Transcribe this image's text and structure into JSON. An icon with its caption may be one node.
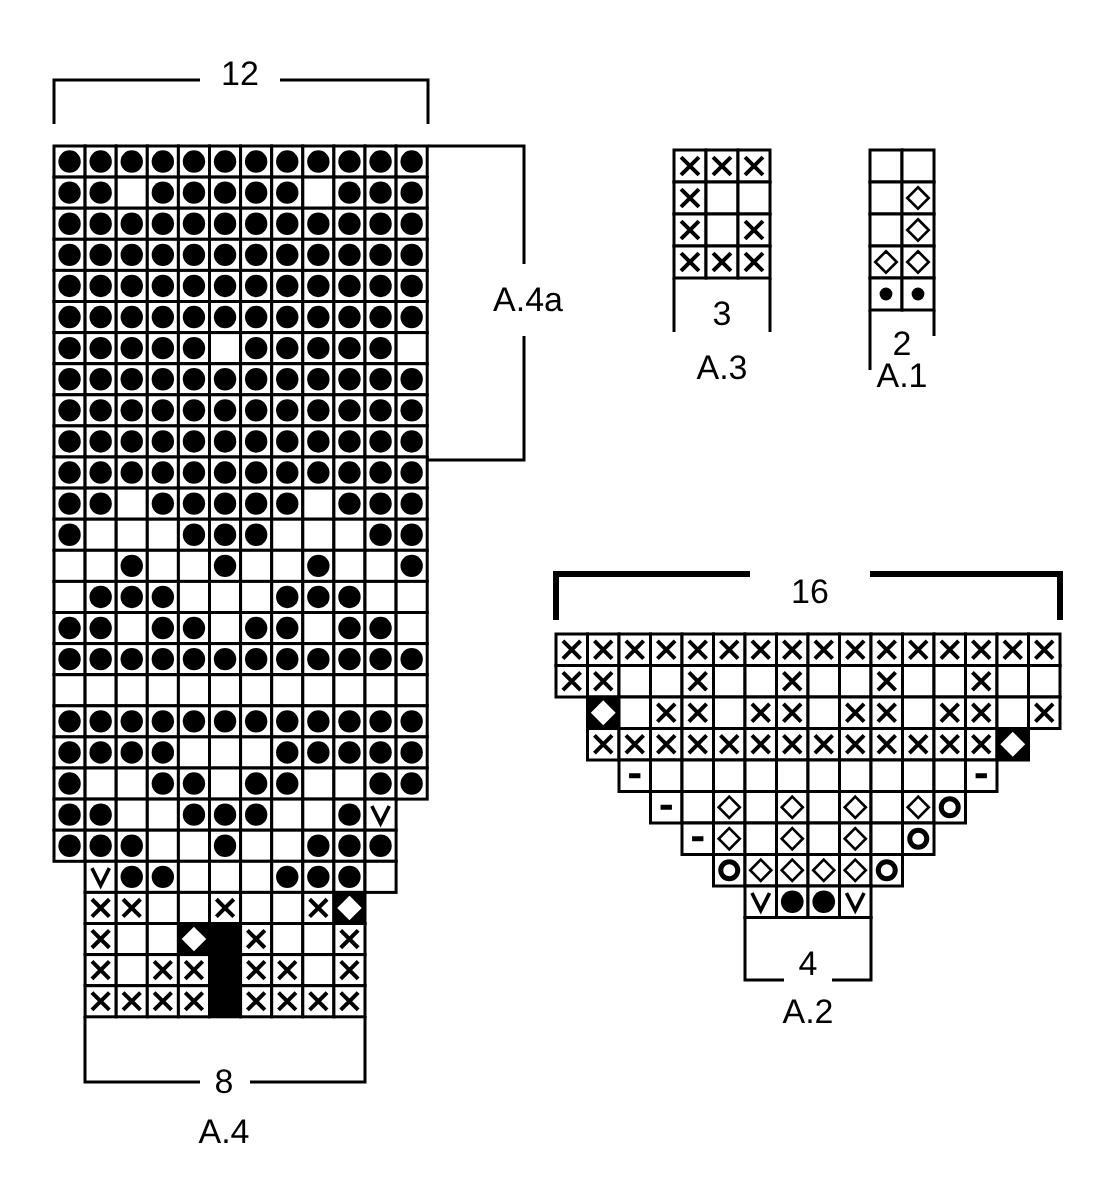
{
  "diagram": {
    "labels": [
      "12",
      "A.4a",
      "3",
      "A.3",
      "2",
      "A.1",
      "16",
      "4",
      "A.2",
      "8",
      "A.4"
    ]
  }
}
